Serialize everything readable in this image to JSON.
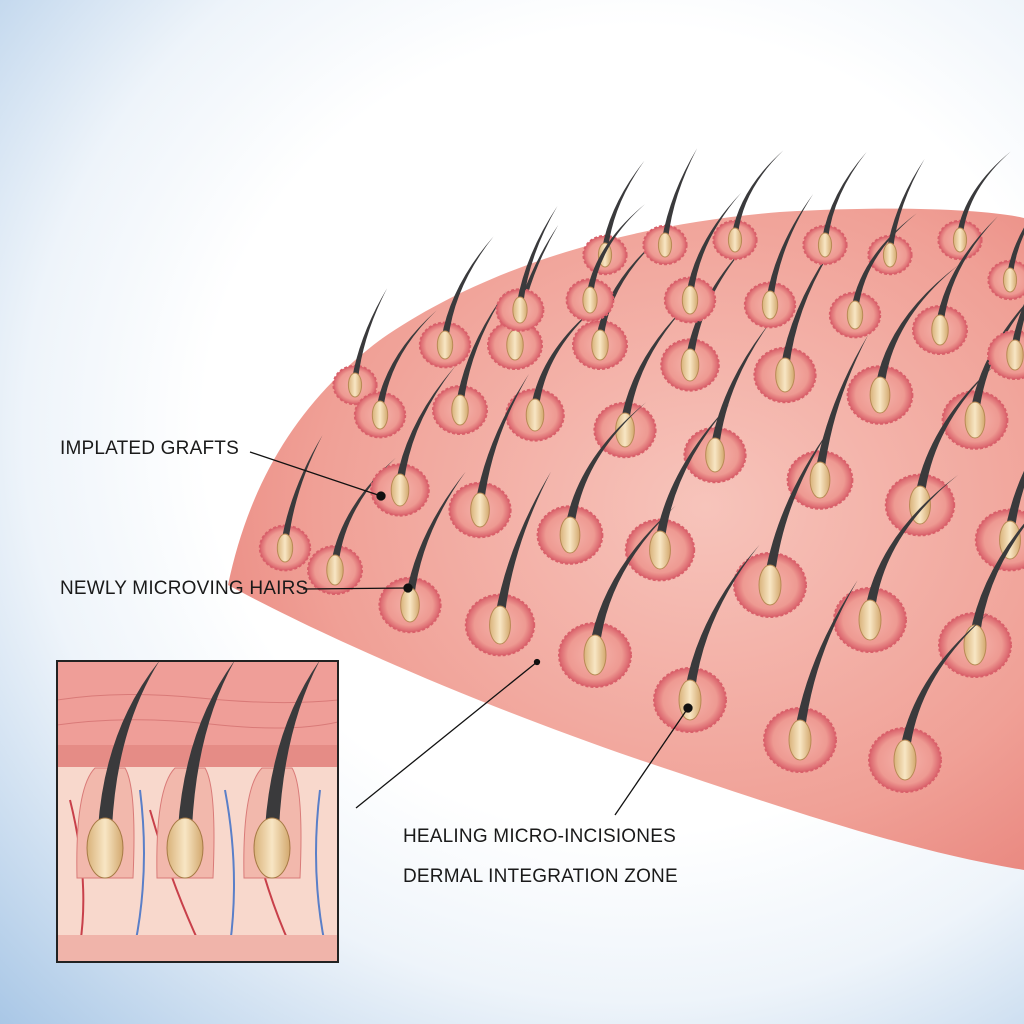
{
  "labels": {
    "implanted_grafts": "IMPLATED GRAFTS",
    "newly_growing_hairs": "NEWLY MICROVING HAIRS",
    "healing_micro_incisions": "HEALING MICRO-INCISIONES",
    "dermal_integration_zone": "DERMAL INTEGRATION ZONE"
  },
  "colors": {
    "skin": "#f0a49a",
    "ring": "#d9606a",
    "bulb": "#f1d9ae",
    "hair": "#3a3a3c",
    "vessel_red": "#c8404a",
    "vessel_blue": "#5a7fc8"
  }
}
